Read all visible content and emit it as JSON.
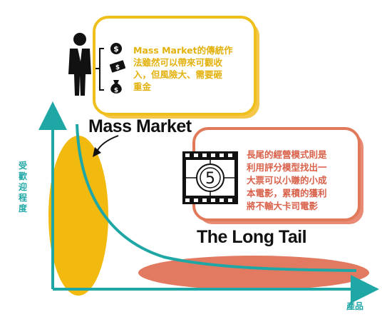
{
  "mass_market": {
    "label": "Mass Market",
    "description": "Mass Market的傳統作\n法雖然可以帶來可觀收\n入，但風險大、需要砸\n重金",
    "icons": [
      "businessman-icon",
      "dollar-coin-icon",
      "dollar-bill-icon",
      "money-bag-icon"
    ]
  },
  "long_tail": {
    "label": "The Long Tail",
    "description": "長尾的經營模式則是\n利用評分模型找出一\n大票可以小賺的小成\n本電影，累積的獲利\n將不輸大卡司電影",
    "icons": [
      "film-countdown-icon"
    ],
    "film_number": "5"
  },
  "axes": {
    "y_label": "受歡迎程度",
    "x_label": "產品"
  },
  "colors": {
    "axis": "#1fa7a6",
    "mass_accent": "#f2b90f",
    "tail_accent": "#e07a5a",
    "tail_ellipse": "#e27a61"
  }
}
